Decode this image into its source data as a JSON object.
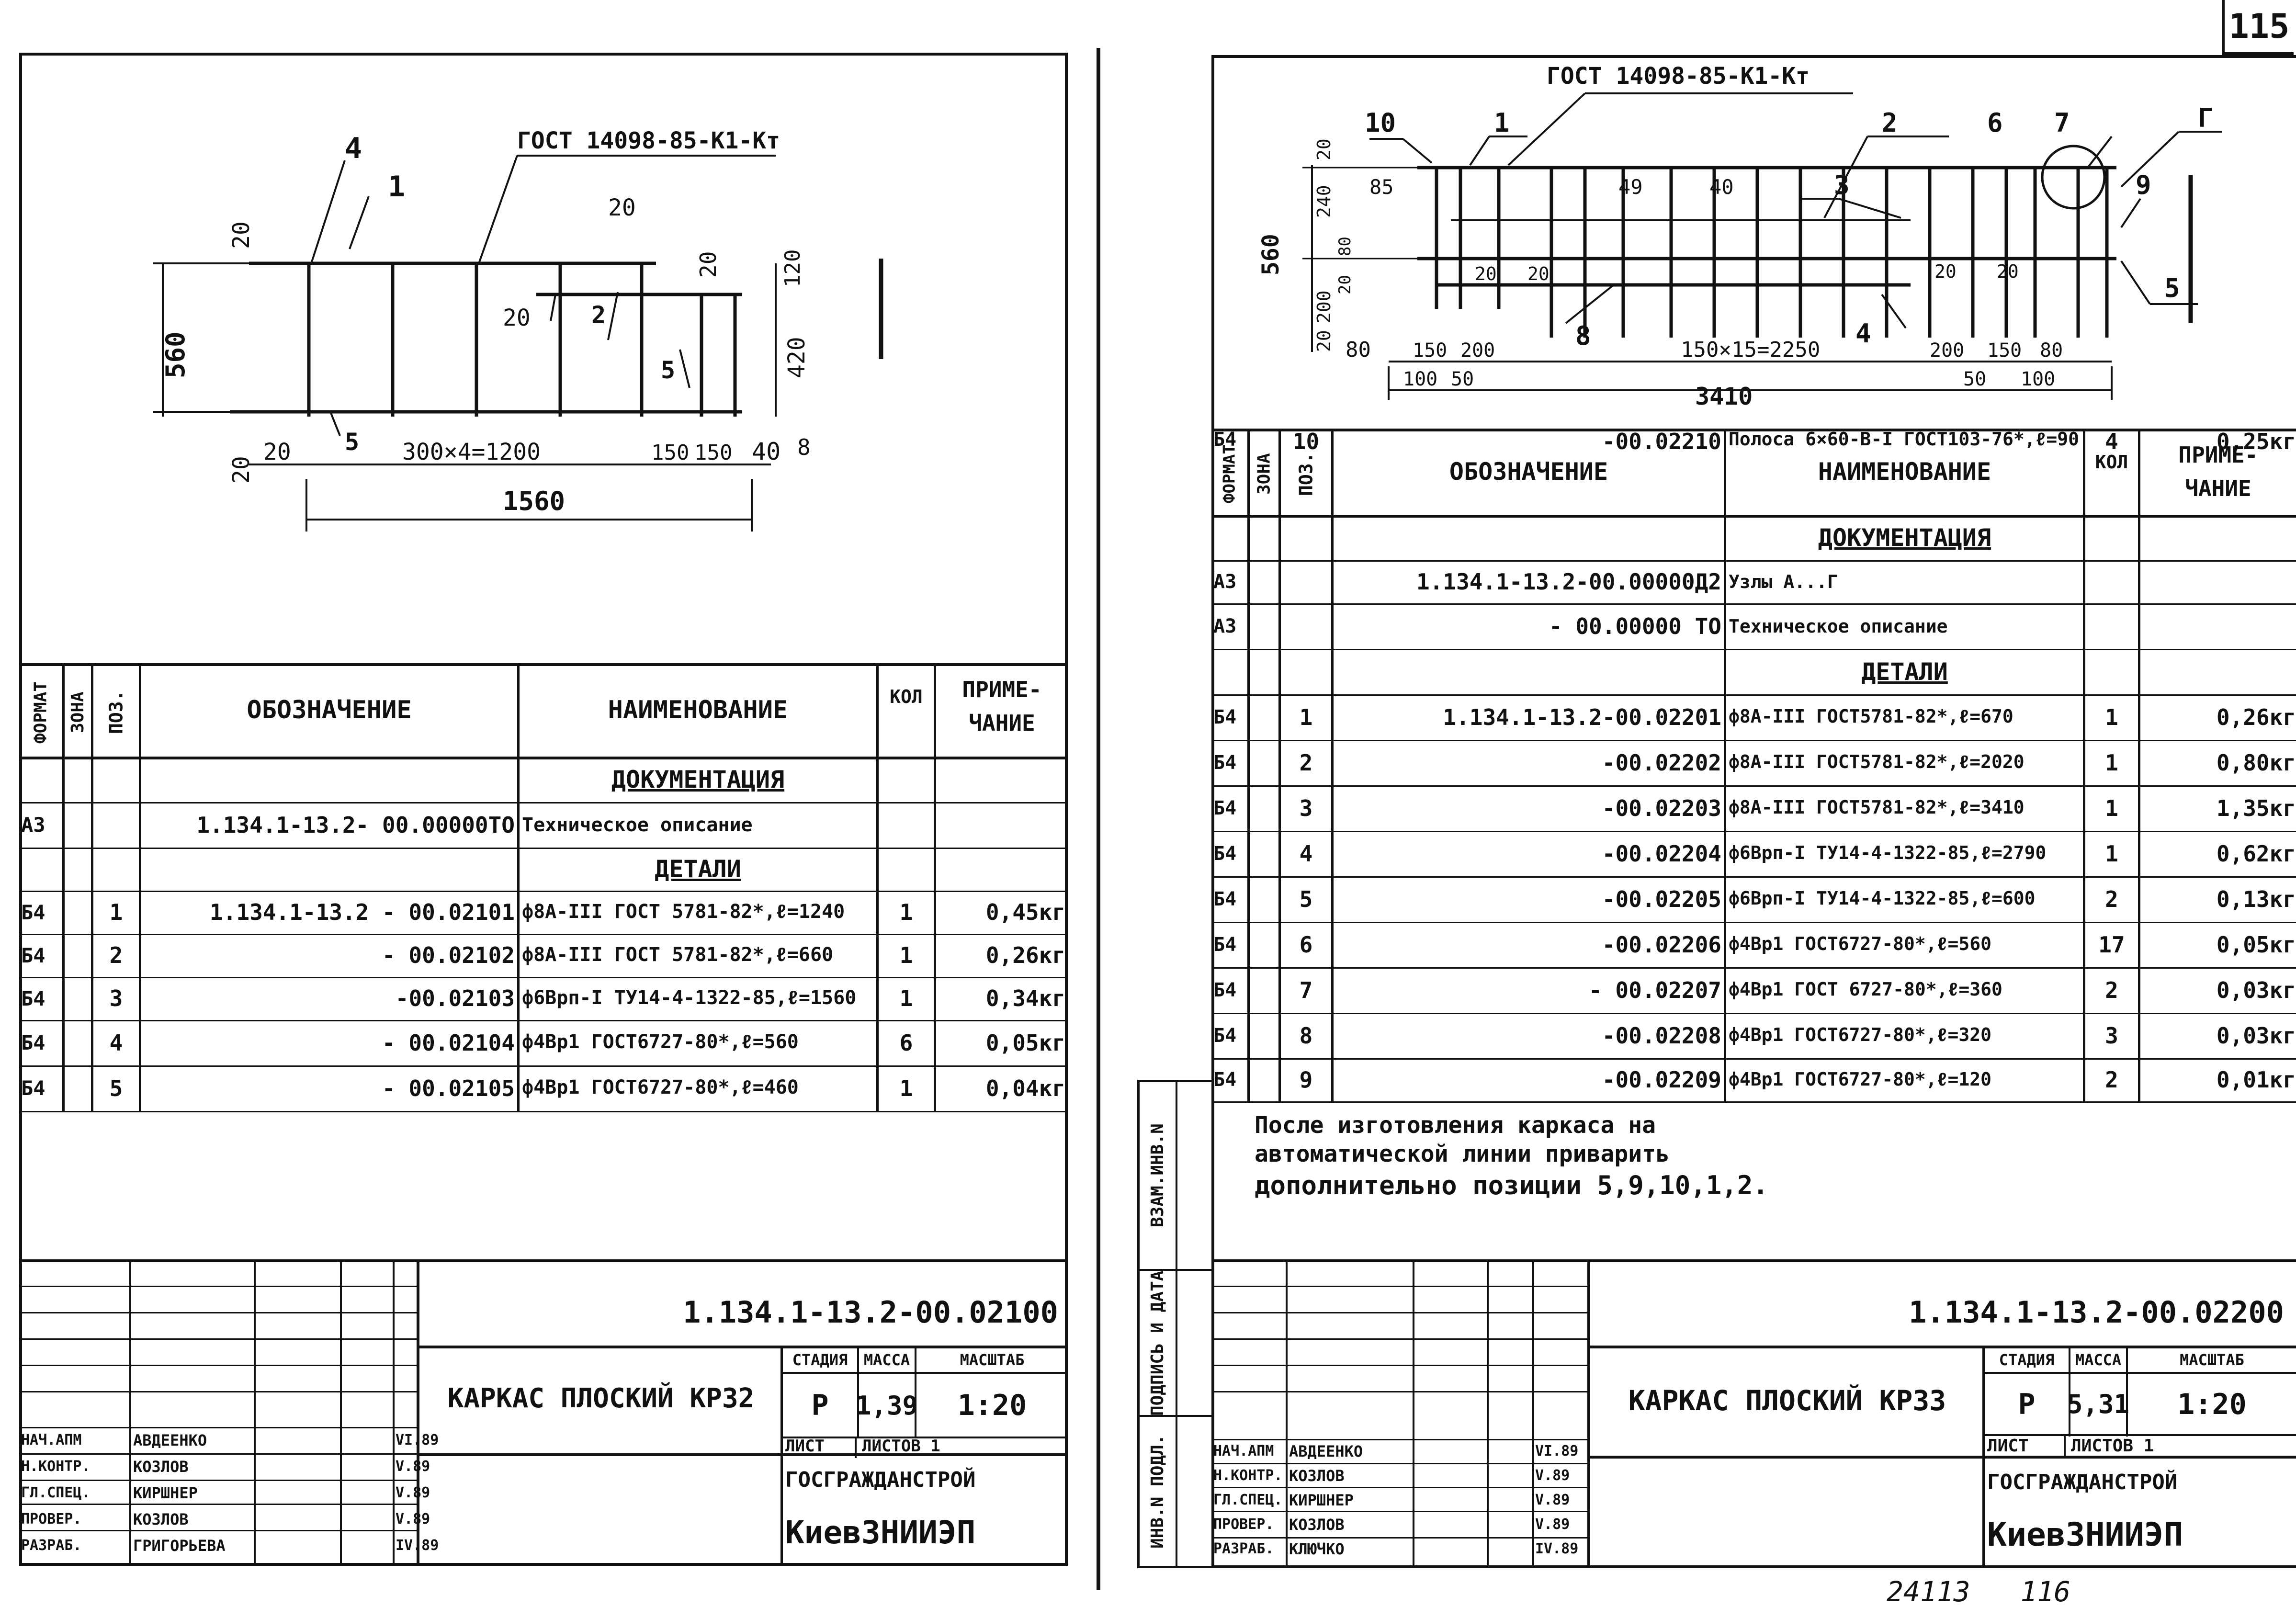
{
  "page_number": "115",
  "footer_note": "24113   116",
  "left": {
    "drawing": {
      "gost": "ГОСТ 14098-85-К1-Кт",
      "labels": [
        "4",
        "1",
        "2",
        "5",
        "5"
      ],
      "dims": {
        "total": "1560",
        "series": "300×4=1200",
        "d20a": "20",
        "d150a": "150",
        "d150b": "150",
        "d40": "40",
        "d20_top": "20",
        "d20_r": "20",
        "d20_mid": "20",
        "d120": "120",
        "d420": "420",
        "d560": "560",
        "d20_l_top": "20",
        "d20_l_bot": "20",
        "d8": "8"
      }
    },
    "table": {
      "headers": {
        "format": "ФОРМАТ",
        "zone": "ЗОНА",
        "pos": "ПОЗ.",
        "designation": "ОБОЗНАЧЕНИЕ",
        "name": "НАИМЕНОВАНИЕ",
        "qty": "КОЛ",
        "note1": "ПРИМЕ-",
        "note2": "ЧАНИЕ"
      },
      "rows": [
        {
          "type": "section",
          "name": "ДОКУМЕНТАЦИЯ"
        },
        {
          "type": "item",
          "format": "А3",
          "zone": "",
          "pos": "",
          "designation": "1.134.1-13.2- 00.00000ТО",
          "name": "Техническое описание",
          "qty": "",
          "note": ""
        },
        {
          "type": "section",
          "name": "ДЕТАЛИ"
        },
        {
          "type": "item",
          "format": "Б4",
          "zone": "",
          "pos": "1",
          "designation": "1.134.1-13.2 - 00.02101",
          "name": "ф8А-III ГОСТ 5781-82*,ℓ=1240",
          "qty": "1",
          "note": "0,45кг"
        },
        {
          "type": "item",
          "format": "Б4",
          "zone": "",
          "pos": "2",
          "designation": "- 00.02102",
          "name": "ф8А-III ГОСТ 5781-82*,ℓ=660",
          "qty": "1",
          "note": "0,26кг"
        },
        {
          "type": "item",
          "format": "Б4",
          "zone": "",
          "pos": "3",
          "designation": "-00.02103",
          "name": "ф6Врп-I ТУ14-4-1322-85,ℓ=1560",
          "qty": "1",
          "note": "0,34кг"
        },
        {
          "type": "item",
          "format": "Б4",
          "zone": "",
          "pos": "4",
          "designation": "- 00.02104",
          "name": "ф4Вр1 ГОСТ6727-80*,ℓ=560",
          "qty": "6",
          "note": "0,05кг"
        },
        {
          "type": "item",
          "format": "Б4",
          "zone": "",
          "pos": "5",
          "designation": "- 00.02105",
          "name": "ф4Вр1 ГОСТ6727-80*,ℓ=460",
          "qty": "1",
          "note": "0,04кг"
        }
      ]
    },
    "title_block": {
      "code": "1.134.1-13.2-00.02100",
      "title": "КАРКАС ПЛОСКИЙ КР32",
      "col_stage": "СТАДИЯ",
      "col_mass": "МАССА",
      "col_scale": "МАСШТАБ",
      "stage": "Р",
      "mass": "1,39",
      "scale": "1:20",
      "sheet": "ЛИСТ",
      "sheets": "ЛИСТОВ 1",
      "org1": "ГОСГРАЖДАНСТРОЙ",
      "org2": "КиевЗНИИЭП",
      "people": [
        {
          "role": "НАЧ.АПМ",
          "name": "АВДЕЕНКО",
          "date": "VI.89"
        },
        {
          "role": "Н.КОНТР.",
          "name": "КОЗЛОВ",
          "date": "V.89"
        },
        {
          "role": "ГЛ.СПЕЦ.",
          "name": "КИРШНЕР",
          "date": "V.89"
        },
        {
          "role": "ПРОВЕР.",
          "name": "КОЗЛОВ",
          "date": "V.89"
        },
        {
          "role": "РАЗРАБ.",
          "name": "ГРИГОРЬЕВА",
          "date": "IV.89"
        }
      ]
    }
  },
  "right": {
    "drawing": {
      "gost": "ГОСТ 14098-85-К1-Кт",
      "labels": [
        "10",
        "1",
        "2",
        "6",
        "7",
        "Г",
        "3",
        "9",
        "8",
        "4",
        "5"
      ],
      "dims": {
        "total": "3410",
        "series": "150×15=2250",
        "d80a": "80",
        "d150a": "150",
        "d200a": "200",
        "d200b": "200",
        "d150b": "150",
        "d80b": "80",
        "d100a": "100",
        "d50a": "50",
        "d50b": "50",
        "d100b": "100",
        "d560": "560",
        "d240": "240",
        "d200v": "200",
        "d20t": "20",
        "d20b": "20",
        "d80v": "80",
        "d20v2": "20",
        "d85": "85",
        "d49": "49",
        "d40": "40",
        "d20h1": "20",
        "d20h2": "20",
        "d20h3": "20",
        "d20h4": "20"
      }
    },
    "table": {
      "headers": {
        "format": "ФОРМАТ",
        "zone": "ЗОНА",
        "pos": "ПОЗ.",
        "designation": "ОБОЗНАЧЕНИЕ",
        "name": "НАИМЕНОВАНИЕ",
        "qty": "КОЛ",
        "note1": "ПРИМЕ-",
        "note2": "ЧАНИЕ"
      },
      "rows": [
        {
          "type": "section",
          "name": "ДОКУМЕНТАЦИЯ"
        },
        {
          "type": "item",
          "format": "А3",
          "zone": "",
          "pos": "",
          "designation": "1.134.1-13.2-00.00000Д2",
          "name": "Узлы А...Г",
          "qty": "",
          "note": ""
        },
        {
          "type": "item",
          "format": "А3",
          "zone": "",
          "pos": "",
          "designation": "- 00.00000 ТО",
          "name": "Техническое описание",
          "qty": "",
          "note": ""
        },
        {
          "type": "section",
          "name": "ДЕТАЛИ"
        },
        {
          "type": "item",
          "format": "Б4",
          "zone": "",
          "pos": "1",
          "designation": "1.134.1-13.2-00.02201",
          "name": "ф8А-III ГОСТ5781-82*,ℓ=670",
          "qty": "1",
          "note": "0,26кг"
        },
        {
          "type": "item",
          "format": "Б4",
          "zone": "",
          "pos": "2",
          "designation": "-00.02202",
          "name": "ф8А-III ГОСТ5781-82*,ℓ=2020",
          "qty": "1",
          "note": "0,80кг"
        },
        {
          "type": "item",
          "format": "Б4",
          "zone": "",
          "pos": "3",
          "designation": "-00.02203",
          "name": "ф8А-III ГОСТ5781-82*,ℓ=3410",
          "qty": "1",
          "note": "1,35кг"
        },
        {
          "type": "item",
          "format": "Б4",
          "zone": "",
          "pos": "4",
          "designation": "-00.02204",
          "name": "ф6Врп-I ТУ14-4-1322-85,ℓ=2790",
          "qty": "1",
          "note": "0,62кг"
        },
        {
          "type": "item",
          "format": "Б4",
          "zone": "",
          "pos": "5",
          "designation": "-00.02205",
          "name": "ф6Врп-I ТУ14-4-1322-85,ℓ=600",
          "qty": "2",
          "note": "0,13кг"
        },
        {
          "type": "item",
          "format": "Б4",
          "zone": "",
          "pos": "6",
          "designation": "-00.02206",
          "name": "ф4Вр1 ГОСТ6727-80*,ℓ=560",
          "qty": "17",
          "note": "0,05кг"
        },
        {
          "type": "item",
          "format": "Б4",
          "zone": "",
          "pos": "7",
          "designation": "- 00.02207",
          "name": "ф4Вр1 ГОСТ 6727-80*,ℓ=360",
          "qty": "2",
          "note": "0,03кг"
        },
        {
          "type": "item",
          "format": "Б4",
          "zone": "",
          "pos": "8",
          "designation": "-00.02208",
          "name": "ф4Вр1 ГОСТ6727-80*,ℓ=320",
          "qty": "3",
          "note": "0,03кг"
        },
        {
          "type": "item",
          "format": "Б4",
          "zone": "",
          "pos": "9",
          "designation": "-00.02209",
          "name": "ф4Вр1 ГОСТ6727-80*,ℓ=120",
          "qty": "2",
          "note": "0,01кг"
        },
        {
          "type": "item",
          "format": "Б4",
          "zone": "",
          "pos": "10",
          "designation": "-00.02210",
          "name": "Полоса 6×60-В-I ГОСТ103-76*,ℓ=90",
          "qty": "4",
          "note": "0,25кг"
        }
      ]
    },
    "notes": [
      "После изготовления каркаса на",
      "автоматической линии приварить",
      "дополнительно позиции 5,9,10,1,2."
    ],
    "side_labels": [
      "ВЗАМ.ИНВ.N",
      "ПОДПИСЬ И ДАТА",
      "ИНВ.N ПОДЛ."
    ],
    "title_block": {
      "code": "1.134.1-13.2-00.02200",
      "title": "КАРКАС ПЛОСКИЙ КР33",
      "col_stage": "СТАДИЯ",
      "col_mass": "МАССА",
      "col_scale": "МАСШТАБ",
      "stage": "Р",
      "mass": "5,31",
      "scale": "1:20",
      "sheet": "ЛИСТ",
      "sheets": "ЛИСТОВ 1",
      "org1": "ГОСГРАЖДАНСТРОЙ",
      "org2": "КиевЗНИИЭП",
      "people": [
        {
          "role": "НАЧ.АПМ",
          "name": "АВДЕЕНКО",
          "date": "VI.89"
        },
        {
          "role": "Н.КОНТР.",
          "name": "КОЗЛОВ",
          "date": "V.89"
        },
        {
          "role": "ГЛ.СПЕЦ.",
          "name": "КИРШНЕР",
          "date": "V.89"
        },
        {
          "role": "ПРОВЕР.",
          "name": "КОЗЛОВ",
          "date": "V.89"
        },
        {
          "role": "РАЗРАБ.",
          "name": "КЛЮЧКО",
          "date": "IV.89"
        }
      ]
    }
  }
}
